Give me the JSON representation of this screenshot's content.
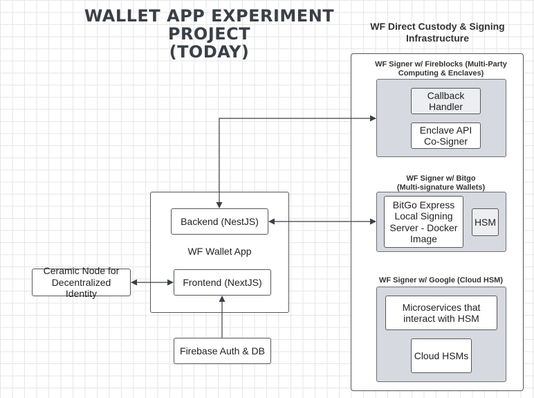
{
  "title": "WALLET APP EXPERIMENT PROJECT\n(TODAY)",
  "custody_title": "WF Direct Custody & Signing Infrastructure",
  "wallet_app": {
    "label": "WF Wallet App",
    "backend": "Backend (NestJS)",
    "frontend": "Frontend (NextJS)"
  },
  "ceramic": "Ceramic Node for Decentralized Identity",
  "firebase": "Firebase Auth & DB",
  "fireblocks": {
    "label": "WF Signer w/ Fireblocks (Multi-Party Computing & Enclaves)",
    "callback": "Callback Handler",
    "enclave": "Enclave API Co-Signer"
  },
  "bitgo": {
    "label": "WF Signer w/ Bitgo\n(Multi-signature Wallets)",
    "express": "BitGo Express Local Signing Server - Docker Image",
    "hsm": "HSM"
  },
  "google": {
    "label": "WF Signer w/ Google (Cloud HSM)",
    "microservices": "Microservices that interact with HSM",
    "cloud_hsms": "Cloud HSMs"
  },
  "colors": {
    "grid": "#e6e6e6",
    "group_fill": "#d6d9df",
    "line": "#3a3f47"
  }
}
